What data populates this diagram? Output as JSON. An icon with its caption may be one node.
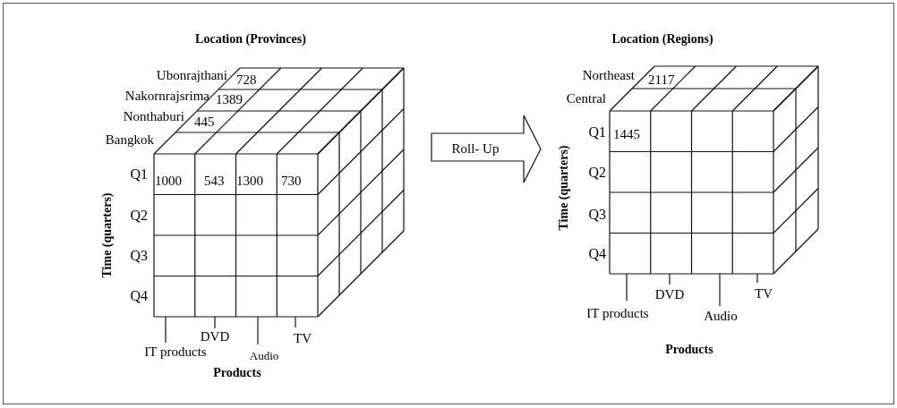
{
  "diagram": {
    "nodes": [
      {
        "text": [
          "Roll- Up"
        ]
      }
    ],
    "edges": [],
    "labels": [
      "Location (Provinces)",
      "Ubonrajthani",
      "728",
      "Nakornrajsrima",
      "1389",
      "Nonthaburi",
      "445",
      "Bangkok",
      "Q1",
      "1000",
      "543",
      "1300",
      "730",
      "Q2",
      "Q3",
      "Q4",
      "Time (quarters)",
      "DVD",
      "TV",
      "IT products",
      "Audio",
      "Products",
      "Location (Regions)",
      "Northeast",
      "2117",
      "Central",
      "Q1",
      "1445",
      "Q2",
      "Q3",
      "Q4",
      "Time (quarters)",
      "DVD",
      "TV",
      "IT products",
      "Audio",
      "Products"
    ]
  }
}
